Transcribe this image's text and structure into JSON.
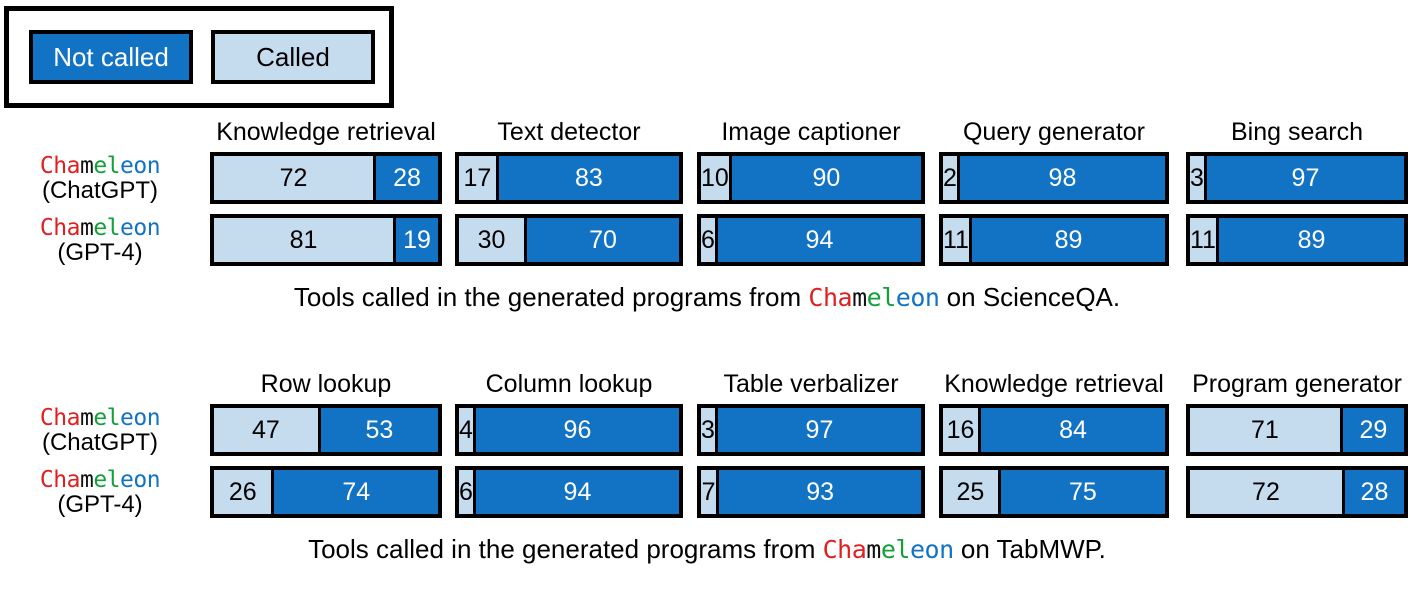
{
  "legend": {
    "items": [
      {
        "label": "Not called",
        "color": "#1273c4"
      },
      {
        "label": "Called",
        "color": "#c5dcef"
      }
    ]
  },
  "brand": {
    "name": "Chameleon",
    "letters": [
      {
        "ch": "C",
        "color": "#e02020"
      },
      {
        "ch": "h",
        "color": "#e02020"
      },
      {
        "ch": "a",
        "color": "#e02020"
      },
      {
        "ch": "m",
        "color": "#111111"
      },
      {
        "ch": "e",
        "color": "#13a03b"
      },
      {
        "ch": "l",
        "color": "#13a03b"
      },
      {
        "ch": "e",
        "color": "#1273c4"
      },
      {
        "ch": "o",
        "color": "#1273c4"
      },
      {
        "ch": "n",
        "color": "#1273c4"
      }
    ]
  },
  "panels": [
    {
      "id": "scienceqa",
      "caption_prefix": "Tools called in the generated programs from ",
      "caption_suffix": " on ScienceQA.",
      "row_labels": [
        "(ChatGPT)",
        "(GPT-4)"
      ],
      "columns": [
        "Knowledge retrieval",
        "Text detector",
        "Image captioner",
        "Query generator",
        "Bing search"
      ],
      "rows": [
        {
          "model": "Chameleon (ChatGPT)",
          "called": [
            72,
            17,
            10,
            2,
            3
          ],
          "not_called": [
            28,
            83,
            90,
            98,
            97
          ]
        },
        {
          "model": "Chameleon (GPT-4)",
          "called": [
            81,
            30,
            6,
            11,
            11
          ],
          "not_called": [
            19,
            70,
            94,
            89,
            89
          ]
        }
      ]
    },
    {
      "id": "tabmwp",
      "caption_prefix": "Tools called in the generated programs from ",
      "caption_suffix": " on TabMWP.",
      "row_labels": [
        "(ChatGPT)",
        "(GPT-4)"
      ],
      "columns": [
        "Row lookup",
        "Column lookup",
        "Table verbalizer",
        "Knowledge retrieval",
        "Program generator"
      ],
      "rows": [
        {
          "model": "Chameleon (ChatGPT)",
          "called": [
            47,
            4,
            3,
            16,
            71
          ],
          "not_called": [
            53,
            96,
            97,
            84,
            29
          ]
        },
        {
          "model": "Chameleon (GPT-4)",
          "called": [
            26,
            6,
            7,
            25,
            72
          ],
          "not_called": [
            74,
            94,
            93,
            75,
            28
          ]
        }
      ]
    }
  ],
  "chart_data": {
    "type": "bar",
    "title": "Tools called in the generated programs from Chameleon",
    "orientation": "horizontal-stacked",
    "unit": "percent",
    "xlim": [
      0,
      100
    ],
    "grid": false,
    "legend": [
      "Not called",
      "Called"
    ],
    "legend_position": "top-left",
    "panels": [
      {
        "name": "ScienceQA",
        "categories": [
          "Knowledge retrieval",
          "Text detector",
          "Image captioner",
          "Query generator",
          "Bing search"
        ],
        "series": [
          {
            "name": "Chameleon (ChatGPT) - Called",
            "values": [
              72,
              17,
              10,
              2,
              3
            ]
          },
          {
            "name": "Chameleon (ChatGPT) - Not called",
            "values": [
              28,
              83,
              90,
              98,
              97
            ]
          },
          {
            "name": "Chameleon (GPT-4) - Called",
            "values": [
              81,
              30,
              6,
              11,
              11
            ]
          },
          {
            "name": "Chameleon (GPT-4) - Not called",
            "values": [
              19,
              70,
              94,
              89,
              89
            ]
          }
        ]
      },
      {
        "name": "TabMWP",
        "categories": [
          "Row lookup",
          "Column lookup",
          "Table verbalizer",
          "Knowledge retrieval",
          "Program generator"
        ],
        "series": [
          {
            "name": "Chameleon (ChatGPT) - Called",
            "values": [
              47,
              4,
              3,
              16,
              71
            ]
          },
          {
            "name": "Chameleon (ChatGPT) - Not called",
            "values": [
              53,
              96,
              97,
              84,
              29
            ]
          },
          {
            "name": "Chameleon (GPT-4) - Called",
            "values": [
              26,
              6,
              7,
              25,
              72
            ]
          },
          {
            "name": "Chameleon (GPT-4) - Not called",
            "values": [
              74,
              94,
              93,
              75,
              28
            ]
          }
        ]
      }
    ]
  }
}
